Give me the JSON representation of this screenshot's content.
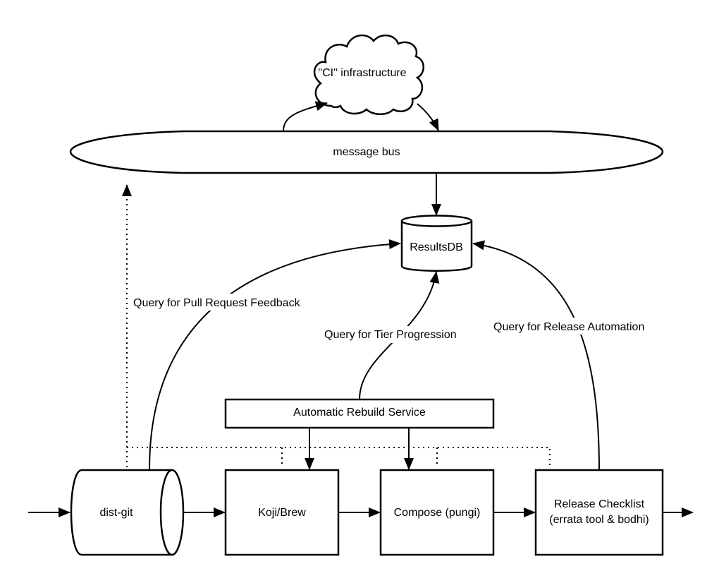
{
  "diagram": {
    "nodes": {
      "ci": {
        "label": "\"CI\" infrastructure",
        "shape": "cloud"
      },
      "bus": {
        "label": "message bus",
        "shape": "ellipse"
      },
      "resultsdb": {
        "label": "ResultsDB",
        "shape": "cylinder"
      },
      "ars": {
        "label": "Automatic Rebuild Service",
        "shape": "rectangle"
      },
      "distgit": {
        "label": "dist-git",
        "shape": "horizontal-cylinder"
      },
      "koji": {
        "label": "Koji/Brew",
        "shape": "rectangle"
      },
      "compose": {
        "label": "Compose (pungi)",
        "shape": "rectangle"
      },
      "release": {
        "label_line1": "Release Checklist",
        "label_line2": "(errata tool & bodhi)",
        "shape": "rectangle"
      }
    },
    "edges": {
      "pr_feedback": {
        "label": "Query for Pull Request Feedback",
        "from": "dist-git",
        "to": "ResultsDB"
      },
      "tier": {
        "label": "Query for Tier Progression",
        "from": "Automatic Rebuild Service",
        "to": "ResultsDB"
      },
      "release_auto": {
        "label": "Query for Release Automation",
        "from": "Release Checklist",
        "to": "ResultsDB"
      }
    },
    "colors": {
      "stroke": "#000000",
      "fill": "#ffffff",
      "background": "#ffffff"
    }
  }
}
